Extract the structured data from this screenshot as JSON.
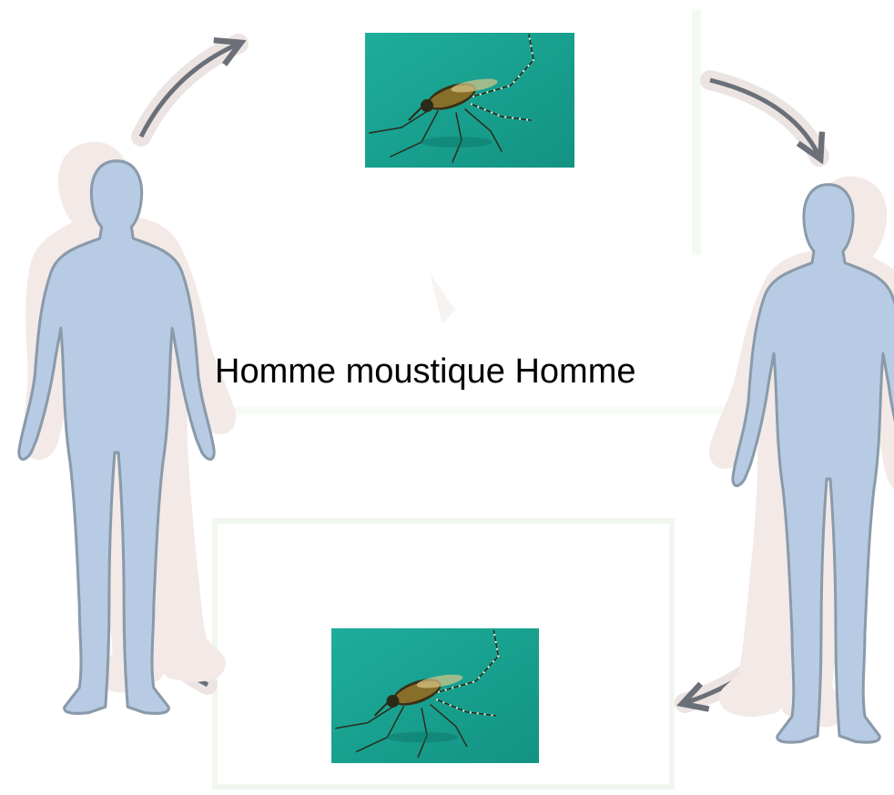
{
  "caption": "Homme moustique Homme",
  "colors": {
    "background": "#ffffff",
    "human_fill": "#b8cbe4",
    "human_outline": "#8a9aaa",
    "human_halo": "#f3e9e7",
    "arrow": "#6a6f78",
    "photo_background": "#1aa594",
    "panel_border": "#f1f7ee",
    "caption_text": "#000000"
  },
  "diagram": {
    "nodes": [
      {
        "id": "human-left",
        "icon": "human-silhouette-icon"
      },
      {
        "id": "mosquito-top",
        "icon": "mosquito-photo"
      },
      {
        "id": "human-right",
        "icon": "human-silhouette-icon"
      },
      {
        "id": "mosquito-bottom",
        "icon": "mosquito-photo"
      }
    ],
    "edges": [
      {
        "from": "human-left",
        "to": "mosquito-top"
      },
      {
        "from": "mosquito-top",
        "to": "human-right"
      },
      {
        "from": "human-right",
        "to": "mosquito-bottom"
      },
      {
        "from": "mosquito-bottom",
        "to": "human-left"
      }
    ]
  }
}
